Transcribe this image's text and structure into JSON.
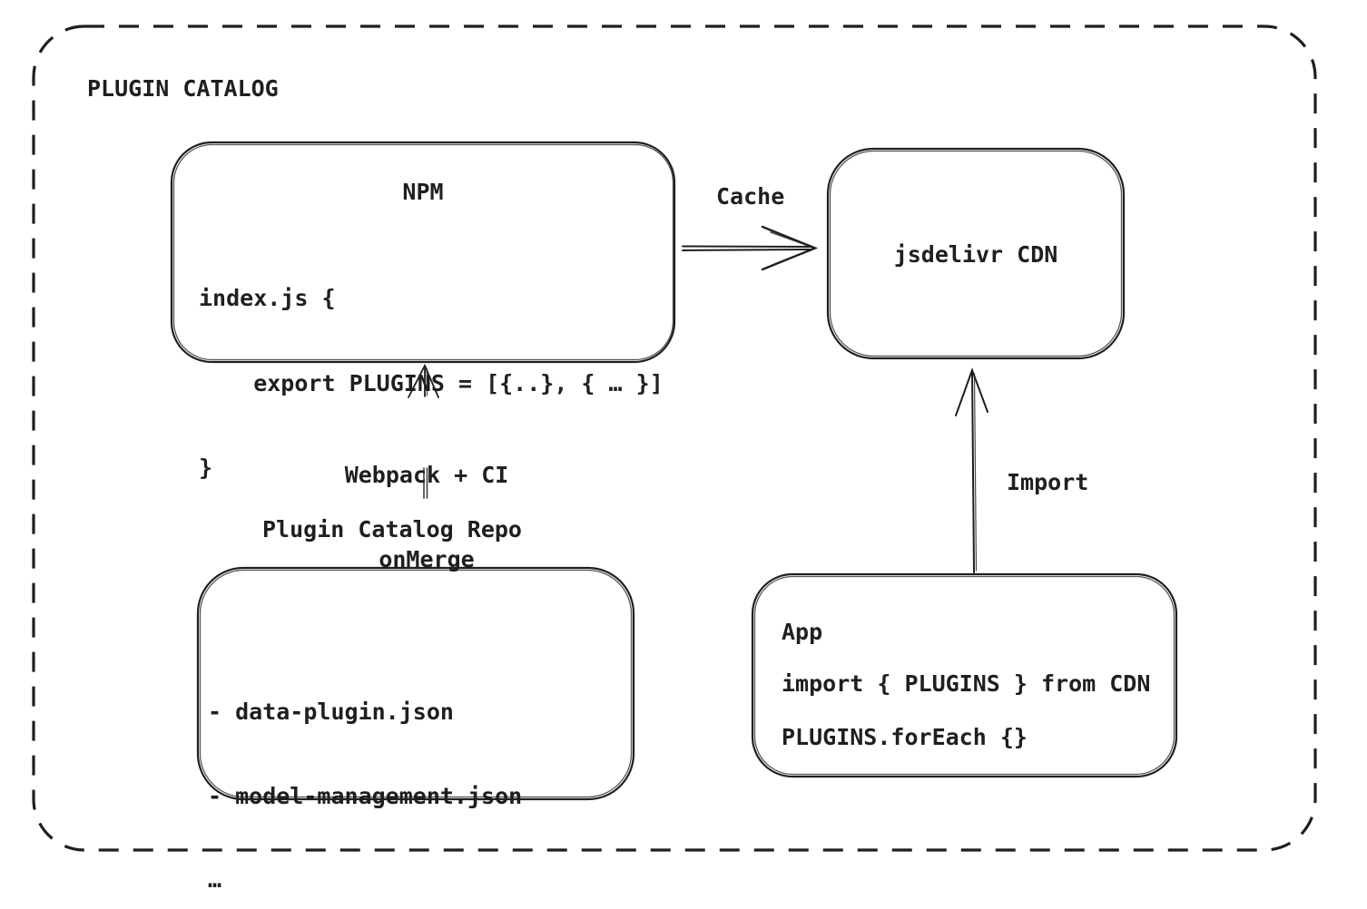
{
  "diagram": {
    "title": "PLUGIN CATALOG",
    "colors": {
      "stroke": "#1f1f1f",
      "background": "#ffffff",
      "connector_gray": "#4a4a4a"
    },
    "nodes": {
      "npm": {
        "title": "NPM",
        "code": [
          "index.js {",
          "    export PLUGINS = [{..}, { … }]",
          "}"
        ]
      },
      "cdn": {
        "title": "jsdelivr CDN"
      },
      "repo": {
        "title": "Plugin Catalog Repo",
        "items": [
          "- data-plugin.json",
          "- model-management.json",
          "…"
        ]
      },
      "app": {
        "title": "App",
        "code": [
          "import { PLUGINS } from CDN",
          "PLUGINS.forEach {}"
        ]
      }
    },
    "edges": {
      "cache": {
        "label": "Cache",
        "from": "NPM",
        "to": "jsdelivr CDN"
      },
      "build": {
        "label_line1": "Webpack + CI",
        "label_line2": "onMerge",
        "from": "Plugin Catalog Repo",
        "to": "NPM"
      },
      "import": {
        "label": "Import",
        "from": "App",
        "to": "jsdelivr CDN"
      }
    }
  }
}
